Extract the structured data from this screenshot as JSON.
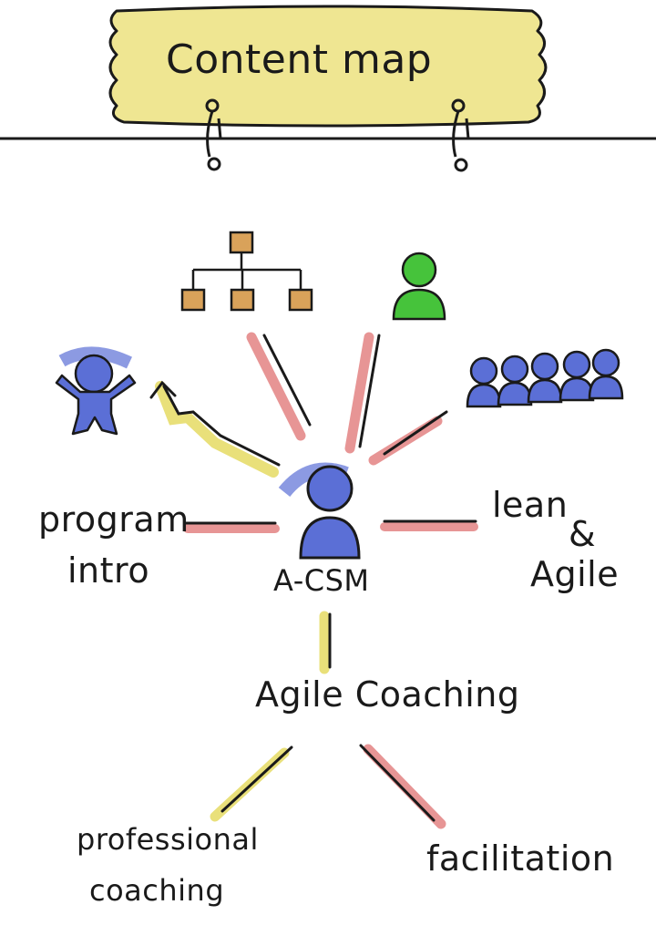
{
  "title": "Content map",
  "center": {
    "label": "A-CSM"
  },
  "branches": {
    "program_intro": [
      "program",
      "intro"
    ],
    "lean_agile": [
      "lean",
      "&",
      "Agile"
    ]
  },
  "sub_hub": {
    "label": "Agile Coaching"
  },
  "leaves": {
    "professional_coaching": [
      "professional",
      "coaching"
    ],
    "facilitation": "facilitation"
  },
  "icons": {
    "banner": "sign-banner-icon",
    "hierarchy": "org-chart-icon",
    "single_person": "person-icon",
    "team": "team-icon",
    "jumping_person": "cheering-person-icon",
    "center_person": "person-icon"
  },
  "colors": {
    "banner_fill": "#efe692",
    "hierarchy_box": "#d9a25a",
    "person_green": "#46c33b",
    "person_blue": "#5b6fd6",
    "line_red": "#e79595",
    "line_yellow": "#e9e07a",
    "ink": "#1a1a1a"
  }
}
